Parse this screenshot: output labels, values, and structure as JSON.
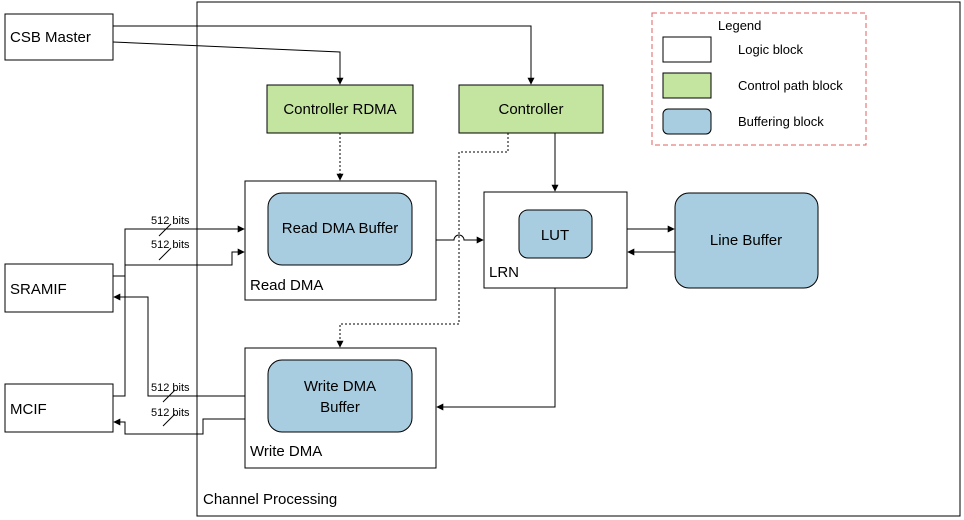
{
  "title": "Channel Processing",
  "blocks": {
    "csb_master": "CSB Master",
    "sram_if": "SRAMIF",
    "mcif": "MCIF",
    "controller_rdma": "Controller RDMA",
    "controller": "Controller",
    "read_dma_buffer": "Read DMA Buffer",
    "read_dma": "Read DMA",
    "write_dma_buffer_line1": "Write DMA",
    "write_dma_buffer_line2": "Buffer",
    "write_dma": "Write DMA",
    "lut": "LUT",
    "lrn": "LRN",
    "line_buffer": "Line Buffer"
  },
  "bus_labels": {
    "read_top": "512 bits",
    "read_bottom": "512 bits",
    "write_top": "512 bits",
    "write_bottom": "512 bits"
  },
  "legend": {
    "title": "Legend",
    "logic": "Logic block",
    "control": "Control path block",
    "buffer": "Buffering block"
  },
  "colors": {
    "control_fill": "#c4e5a0",
    "buffer_fill": "#a9cde0",
    "legend_border": "#e06060"
  }
}
